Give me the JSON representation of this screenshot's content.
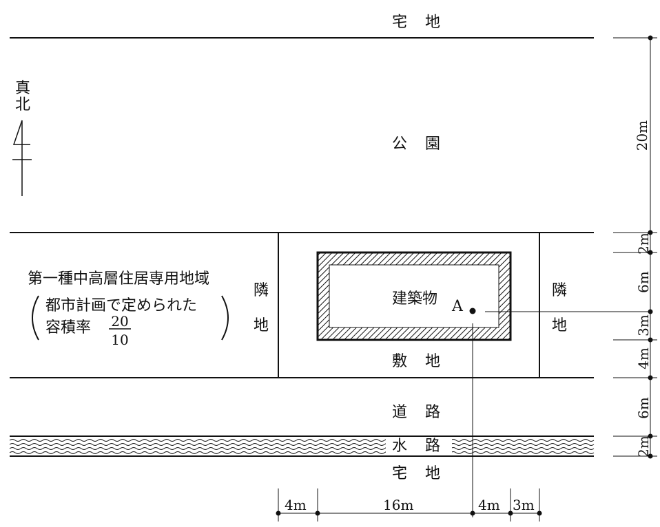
{
  "labels": {
    "top_residential": "宅地",
    "park": "公園",
    "true_north_1": "真",
    "true_north_2": "北",
    "zone_line1": "第一種中高層住居専用地域",
    "zone_line2": "都市計画で定められた",
    "zone_line3": "容積率",
    "far_numerator": "20",
    "far_denominator": "10",
    "neighbor_left_1": "隣",
    "neighbor_left_2": "地",
    "neighbor_right_1": "隣",
    "neighbor_right_2": "地",
    "building": "建築物",
    "point_a": "A",
    "site": "敷地",
    "road": "道路",
    "waterway": "水路",
    "bottom_residential": "宅地"
  },
  "dimensions_vertical": [
    "20m",
    "2m",
    "6m",
    "3m",
    "4m",
    "6m",
    "2m"
  ],
  "dimensions_horizontal": [
    "4m",
    "16m",
    "4m",
    "3m"
  ]
}
